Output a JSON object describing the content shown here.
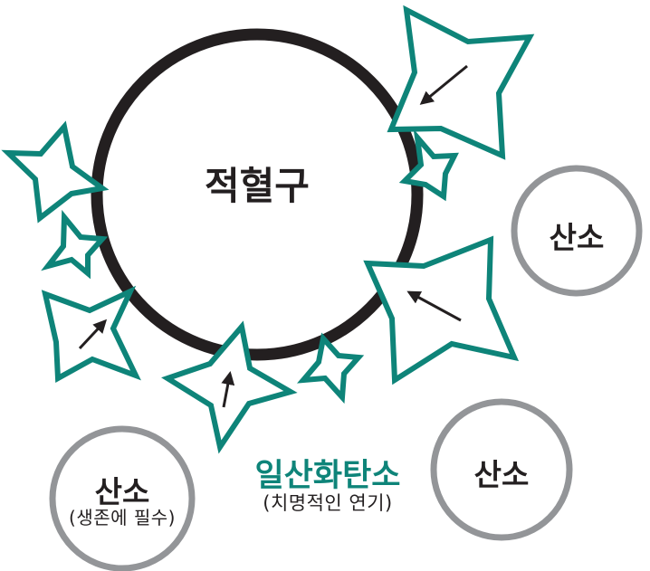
{
  "red_blood_cell": {
    "label": "적혈구",
    "color": "#231f20"
  },
  "oxygen": [
    {
      "label": "산소",
      "note": ""
    },
    {
      "label": "산소",
      "note": ""
    },
    {
      "label": "산소",
      "note": "(생존에 필수)"
    }
  ],
  "carbon_monoxide": {
    "label": "일산화탄소",
    "note": "(치명적인 연기)",
    "color": "#0e8479"
  },
  "colors": {
    "cell_outline": "#231f20",
    "oxygen_outline": "#939598",
    "co_outline": "#0e8479",
    "arrow": "#231f20"
  }
}
